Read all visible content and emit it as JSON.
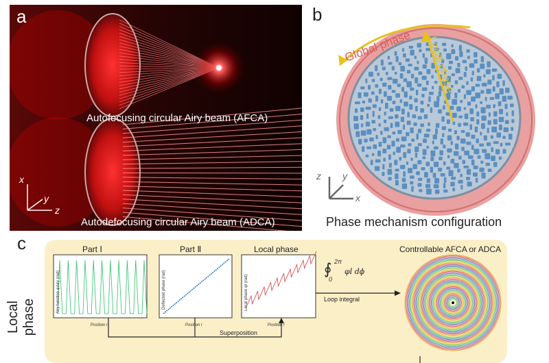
{
  "panel_a": {
    "letter": "a",
    "caption_top": "Autofocusing circular Airy beam (AFCA)",
    "caption_bottom": "Autodefocusing circular Airy beam (ADCA)",
    "axes": {
      "x": "x",
      "y": "y",
      "z": "z"
    }
  },
  "panel_b": {
    "letter": "b",
    "global_phase": "Global phase",
    "local_phase": "Local phase",
    "caption": "Phase mechanism configuration",
    "axes": {
      "x": "x",
      "y": "y",
      "z": "z"
    }
  },
  "panel_c": {
    "letter": "c",
    "side_label": "Local phase",
    "part1_title": "Part Ⅰ",
    "part2_title": "Part Ⅱ",
    "part3_title": "Local phase",
    "part4_title": "Controllable AFCA or ADCA",
    "part1_ylabel": "Airy function φAiry (rad)",
    "part2_ylabel": "Deflected phase (rad)",
    "part3_ylabel": "Local phase φl (rad)",
    "xlabel": "Position r",
    "superposition": "Superposition",
    "loop_integral": "Loop integral",
    "integral_upper": "2π",
    "integral_lower": "0",
    "integrand": "φl dϕ"
  },
  "colors": {
    "beam_red": "#ff2020",
    "background_dark": "#1a0404",
    "metasurface_blue": "#5a8fc0",
    "ring_pink": "#e9a0a0",
    "arrow_yellow": "#e8c020",
    "panel_c_bg": "#fbefc8",
    "green_curve": "#2fbf6a",
    "blue_curve": "#2f7fc8",
    "red_curve": "#d83a3a"
  }
}
